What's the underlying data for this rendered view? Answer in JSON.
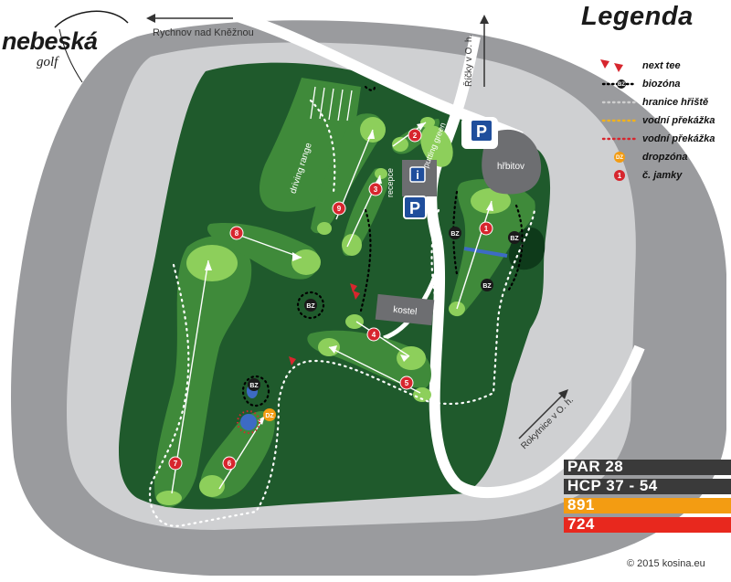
{
  "logo": {
    "main": "nebeská",
    "sub": "golf"
  },
  "legend": {
    "title": "Legenda",
    "items": [
      {
        "symbol": "next-tee",
        "label": "next tee"
      },
      {
        "symbol": "biozone",
        "label": "biozóna",
        "marker": "BZ"
      },
      {
        "symbol": "boundary",
        "label": "hranice hřiště"
      },
      {
        "symbol": "water-yellow",
        "label": "vodní překážka"
      },
      {
        "symbol": "water-red",
        "label": "vodní překážka"
      },
      {
        "symbol": "dropzone",
        "label": "dropzóna",
        "marker": "DZ"
      },
      {
        "symbol": "hole-number",
        "label": "č. jamky",
        "marker": "1"
      }
    ]
  },
  "stats": [
    {
      "label": "PAR 28",
      "color": "#3a3a3a"
    },
    {
      "label": "HCP 37 - 54",
      "color": "#3a3a3a"
    },
    {
      "label": "891",
      "color": "#f39c12"
    },
    {
      "label": "724",
      "color": "#e8281e"
    }
  ],
  "copyright": "© 2015 kosina.eu",
  "roads": {
    "rychnov": "Rychnov nad Kněžnou",
    "ricky": "Říčky v O. h.",
    "rokytnice": "Rokytnice v O. h."
  },
  "places": {
    "driving_range": "driving range",
    "putting_green": "putting green",
    "reception": "recepce",
    "church": "kostel",
    "cemetery": "hřbitov",
    "parking": "P",
    "info": "i"
  },
  "markers": {
    "biozone": "BZ",
    "dropzone": "DZ"
  },
  "holes": [
    "1",
    "2",
    "3",
    "4",
    "5",
    "6",
    "7",
    "8",
    "9"
  ],
  "colors": {
    "outer_gray": "#9a9b9e",
    "inner_gray": "#cfd0d2",
    "rough": "#1f5a2c",
    "fairway": "#3f8a3a",
    "green": "#8dcf5b",
    "hole_marker": "#d7262e",
    "road": "#ffffff"
  }
}
